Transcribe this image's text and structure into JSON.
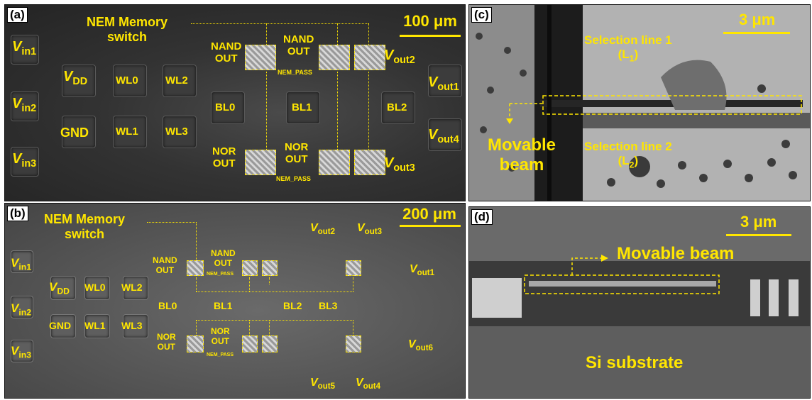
{
  "panels": {
    "a": {
      "tag": "(a)",
      "scale": "100 μm",
      "switch": [
        "NEM Memory",
        "switch"
      ],
      "vin": [
        "in1",
        "in2",
        "in3"
      ],
      "vdd": "DD",
      "gnd": "GND",
      "wl": [
        "WL0",
        "WL2",
        "WL1",
        "WL3"
      ],
      "bl": [
        "BL0",
        "BL1",
        "BL2"
      ],
      "nand": [
        "NAND",
        "OUT"
      ],
      "nor": [
        "NOR",
        "OUT"
      ],
      "pass": "NEM_PASS",
      "vout": [
        "out1",
        "out2",
        "out3",
        "out4"
      ],
      "v": "V"
    },
    "b": {
      "tag": "(b)",
      "scale": "200 μm",
      "switch": [
        "NEM Memory",
        "switch"
      ],
      "vin": [
        "in1",
        "in2",
        "in3"
      ],
      "vdd": "DD",
      "gnd": "GND",
      "wl": [
        "WL0",
        "WL2",
        "WL1",
        "WL3"
      ],
      "bl": [
        "BL0",
        "BL1",
        "BL2",
        "BL3"
      ],
      "nand": [
        "NAND",
        "OUT"
      ],
      "nor": [
        "NOR",
        "OUT"
      ],
      "pass": "NEM_PASS",
      "vout": [
        "out1",
        "out2",
        "out3",
        "out4",
        "out5",
        "out6"
      ],
      "v": "V"
    },
    "c": {
      "tag": "(c)",
      "scale": "3 μm",
      "sel1": "Selection line 1",
      "l1": "(L",
      "l1s": "1",
      "sel2": "Selection line 2",
      "l2": "(L",
      "l2s": "2",
      "close": ")",
      "beam": [
        "Movable",
        "beam"
      ]
    },
    "d": {
      "tag": "(d)",
      "scale": "3 μm",
      "beam": "Movable beam",
      "substrate": "Si substrate"
    }
  }
}
